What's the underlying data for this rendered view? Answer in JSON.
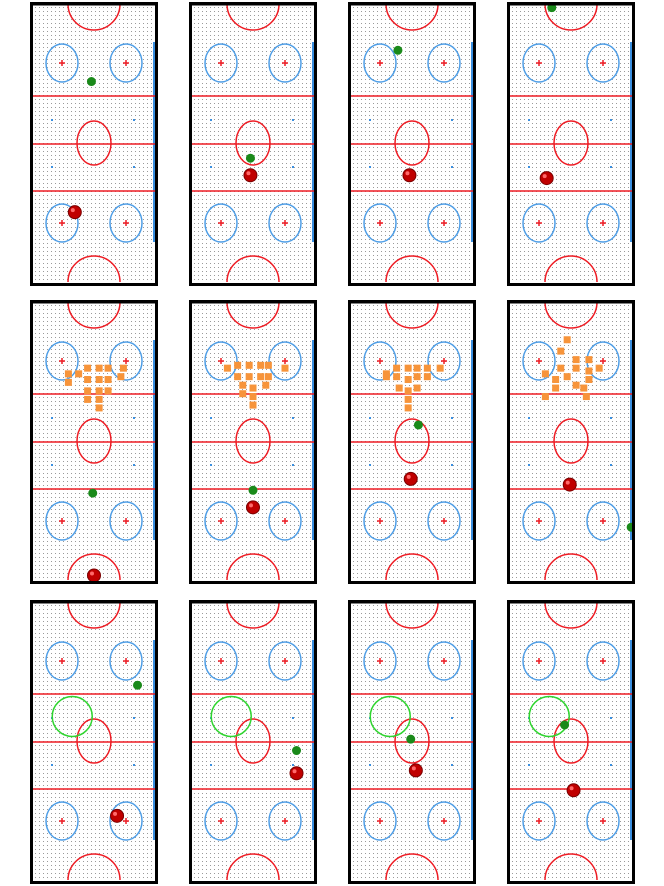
{
  "grid": {
    "rows": 3,
    "cols": 4
  },
  "colors": {
    "frame": "#000000",
    "ice_dots": "#9a9a9a",
    "red_line": "#ee1c24",
    "blue": "#3a8fe0",
    "circle_blue": "#4f9ee6",
    "faceoff_dot": "#ee1c24",
    "puck": "#c00000",
    "player": "#1a8a1a",
    "block": "#f7943a",
    "target_ring": "#2fd52f"
  },
  "panels": [
    {
      "row": 0,
      "col": 0,
      "player": [
        0.48,
        0.28
      ],
      "puck": [
        0.35,
        0.74
      ],
      "blocks": [],
      "ring": null
    },
    {
      "row": 0,
      "col": 1,
      "player": [
        0.48,
        0.55
      ],
      "puck": [
        0.48,
        0.61
      ],
      "blocks": [],
      "ring": null
    },
    {
      "row": 0,
      "col": 2,
      "player": [
        0.39,
        0.17
      ],
      "puck": [
        0.48,
        0.61
      ],
      "blocks": [],
      "ring": null
    },
    {
      "row": 0,
      "col": 3,
      "player": [
        0.35,
        0.02
      ],
      "puck": [
        0.31,
        0.62
      ],
      "blocks": [],
      "ring": null
    },
    {
      "row": 1,
      "col": 0,
      "player": [
        0.49,
        0.68
      ],
      "puck": [
        0.5,
        0.97
      ],
      "blocks": [
        [
          0.3,
          0.26
        ],
        [
          0.38,
          0.26
        ],
        [
          0.45,
          0.24
        ],
        [
          0.54,
          0.24
        ],
        [
          0.61,
          0.24
        ],
        [
          0.73,
          0.24
        ],
        [
          0.3,
          0.29
        ],
        [
          0.45,
          0.28
        ],
        [
          0.54,
          0.28
        ],
        [
          0.61,
          0.28
        ],
        [
          0.71,
          0.27
        ],
        [
          0.45,
          0.32
        ],
        [
          0.54,
          0.32
        ],
        [
          0.61,
          0.32
        ],
        [
          0.45,
          0.35
        ],
        [
          0.54,
          0.35
        ],
        [
          0.54,
          0.38
        ]
      ],
      "ring": null
    },
    {
      "row": 1,
      "col": 1,
      "player": [
        0.5,
        0.67
      ],
      "puck": [
        0.5,
        0.73
      ],
      "blocks": [
        [
          0.3,
          0.24
        ],
        [
          0.38,
          0.23
        ],
        [
          0.47,
          0.23
        ],
        [
          0.56,
          0.23
        ],
        [
          0.62,
          0.23
        ],
        [
          0.75,
          0.24
        ],
        [
          0.38,
          0.27
        ],
        [
          0.47,
          0.27
        ],
        [
          0.56,
          0.27
        ],
        [
          0.62,
          0.27
        ],
        [
          0.42,
          0.3
        ],
        [
          0.5,
          0.31
        ],
        [
          0.6,
          0.3
        ],
        [
          0.42,
          0.33
        ],
        [
          0.5,
          0.34
        ],
        [
          0.5,
          0.37
        ]
      ],
      "ring": null
    },
    {
      "row": 1,
      "col": 2,
      "player": [
        0.55,
        0.44
      ],
      "puck": [
        0.49,
        0.63
      ],
      "blocks": [
        [
          0.3,
          0.26
        ],
        [
          0.38,
          0.24
        ],
        [
          0.47,
          0.24
        ],
        [
          0.54,
          0.24
        ],
        [
          0.62,
          0.24
        ],
        [
          0.72,
          0.24
        ],
        [
          0.3,
          0.27
        ],
        [
          0.38,
          0.27
        ],
        [
          0.47,
          0.28
        ],
        [
          0.54,
          0.27
        ],
        [
          0.62,
          0.27
        ],
        [
          0.4,
          0.31
        ],
        [
          0.47,
          0.32
        ],
        [
          0.54,
          0.31
        ],
        [
          0.47,
          0.35
        ],
        [
          0.47,
          0.38
        ]
      ],
      "ring": null
    },
    {
      "row": 1,
      "col": 3,
      "player": [
        0.97,
        0.8
      ],
      "puck": [
        0.49,
        0.65
      ],
      "blocks": [
        [
          0.47,
          0.14
        ],
        [
          0.42,
          0.18
        ],
        [
          0.54,
          0.21
        ],
        [
          0.64,
          0.21
        ],
        [
          0.72,
          0.24
        ],
        [
          0.3,
          0.26
        ],
        [
          0.42,
          0.24
        ],
        [
          0.54,
          0.24
        ],
        [
          0.64,
          0.25
        ],
        [
          0.38,
          0.28
        ],
        [
          0.47,
          0.27
        ],
        [
          0.54,
          0.3
        ],
        [
          0.64,
          0.28
        ],
        [
          0.38,
          0.31
        ],
        [
          0.6,
          0.31
        ],
        [
          0.3,
          0.34
        ],
        [
          0.62,
          0.34
        ]
      ],
      "ring": null
    },
    {
      "row": 2,
      "col": 0,
      "player": [
        0.84,
        0.3
      ],
      "puck": [
        0.68,
        0.76
      ],
      "blocks": [],
      "ring": [
        0.33,
        0.41
      ]
    },
    {
      "row": 2,
      "col": 1,
      "player": [
        0.84,
        0.53
      ],
      "puck": [
        0.84,
        0.61
      ],
      "blocks": [],
      "ring": [
        0.33,
        0.41
      ]
    },
    {
      "row": 2,
      "col": 2,
      "player": [
        0.49,
        0.49
      ],
      "puck": [
        0.53,
        0.6
      ],
      "blocks": [],
      "ring": [
        0.33,
        0.41
      ]
    },
    {
      "row": 2,
      "col": 3,
      "player": [
        0.45,
        0.44
      ],
      "puck": [
        0.52,
        0.67
      ],
      "blocks": [],
      "ring": [
        0.33,
        0.41
      ]
    }
  ]
}
